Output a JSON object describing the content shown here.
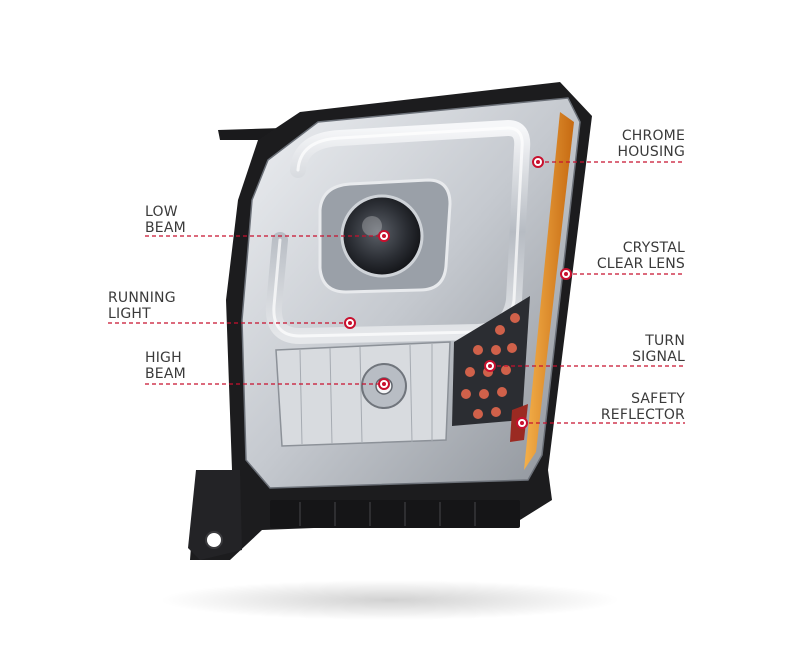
{
  "colors": {
    "callout": "#c8102e",
    "label_text": "#3a3a3a",
    "housing": "#1c1c1e",
    "chrome": "#c9ccd1",
    "amber": "#e08a1e"
  },
  "callouts": [
    {
      "id": "chrome-housing",
      "lines": [
        "CHROME",
        "HOUSING"
      ],
      "side": "right"
    },
    {
      "id": "low-beam",
      "lines": [
        "LOW",
        "BEAM"
      ],
      "side": "left"
    },
    {
      "id": "crystal-clear-lens",
      "lines": [
        "CRYSTAL",
        "CLEAR LENS"
      ],
      "side": "right"
    },
    {
      "id": "running-light",
      "lines": [
        "RUNNING",
        "LIGHT"
      ],
      "side": "left"
    },
    {
      "id": "turn-signal",
      "lines": [
        "TURN",
        "SIGNAL"
      ],
      "side": "right"
    },
    {
      "id": "high-beam",
      "lines": [
        "HIGH",
        "BEAM"
      ],
      "side": "left"
    },
    {
      "id": "safety-reflector",
      "lines": [
        "SAFETY",
        "REFLECTOR"
      ],
      "side": "right"
    }
  ]
}
